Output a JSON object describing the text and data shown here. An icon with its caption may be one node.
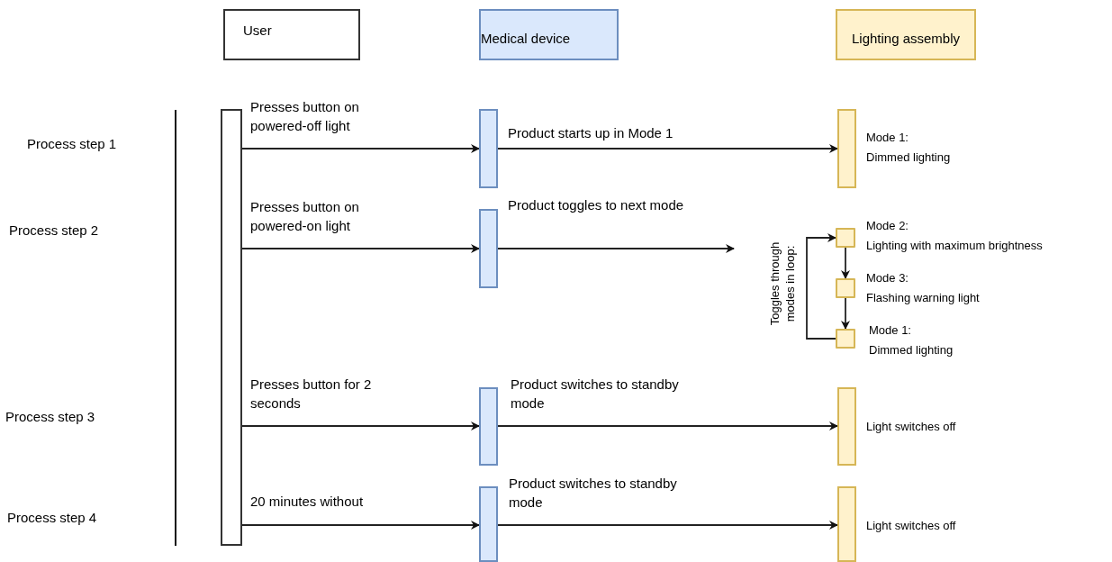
{
  "diagram": {
    "nodes": [
      {
        "text": [
          "User"
        ]
      },
      {
        "text": [
          "Medical device"
        ]
      },
      {
        "text": [
          "Lighting assembly"
        ]
      },
      {
        "text": [],
        "shape": "bar"
      },
      {
        "text": [],
        "shape": "bar"
      },
      {
        "text": [],
        "shape": "bar"
      },
      {
        "text": [],
        "shape": "bar"
      },
      {
        "text": [],
        "shape": "bar"
      },
      {
        "text": [],
        "shape": "bar",
        "beside": [
          "Mode 1:",
          "Dimmed lighting"
        ]
      },
      {
        "text": [],
        "shape": "box",
        "beside": [
          "Mode 2:",
          "Lighting with maximum brightness"
        ]
      },
      {
        "text": [],
        "shape": "box",
        "beside": [
          "Mode 3:",
          "Flashing warning light"
        ]
      },
      {
        "text": [],
        "shape": "box",
        "beside": [
          "Mode 1:",
          "Dimmed lighting"
        ]
      },
      {
        "text": [],
        "shape": "bar",
        "beside": [
          "Light switches off"
        ]
      },
      {
        "text": [],
        "shape": "bar",
        "beside": [
          "Light switches off"
        ]
      }
    ],
    "edges": [
      {
        "from": 3,
        "to": 4,
        "arrow": "to",
        "label": "Presses button on powered-off light"
      },
      {
        "from": 4,
        "to": 8,
        "arrow": "to",
        "label": "Product starts up in Mode 1"
      },
      {
        "from": 3,
        "to": 5,
        "arrow": "to",
        "label": "Presses button on powered-on light"
      },
      {
        "from": 5,
        "to": null,
        "arrow": "to",
        "label": "Product toggles to next mode"
      },
      {
        "from": 9,
        "to": 10,
        "arrow": "to"
      },
      {
        "from": 10,
        "to": 11,
        "arrow": "to"
      },
      {
        "from": 11,
        "to": 9,
        "arrow": "to",
        "label": "Toggles through modes in loop:"
      },
      {
        "from": 3,
        "to": 6,
        "arrow": "to",
        "label": "Presses button for 2 seconds"
      },
      {
        "from": 6,
        "to": 12,
        "arrow": "to",
        "label": "Product switches to standby mode"
      },
      {
        "from": 3,
        "to": 7,
        "arrow": "to",
        "label": "20 minutes without"
      },
      {
        "from": 7,
        "to": 13,
        "arrow": "to",
        "label": "Product switches to standby mode"
      }
    ],
    "labels": [
      "Process step 1",
      "Process step 2",
      "Process step 3",
      "Process step 4"
    ]
  }
}
